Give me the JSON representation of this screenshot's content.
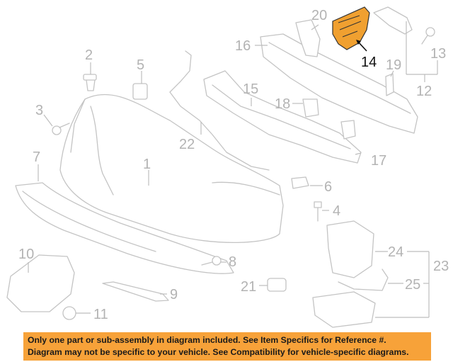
{
  "diagram": {
    "highlight_color": "#f0a030",
    "callouts": [
      {
        "id": "c1",
        "label": "1"
      },
      {
        "id": "c2",
        "label": "2"
      },
      {
        "id": "c3",
        "label": "3"
      },
      {
        "id": "c4",
        "label": "4"
      },
      {
        "id": "c5",
        "label": "5"
      },
      {
        "id": "c6",
        "label": "6"
      },
      {
        "id": "c7",
        "label": "7"
      },
      {
        "id": "c8",
        "label": "8"
      },
      {
        "id": "c9",
        "label": "9"
      },
      {
        "id": "c10",
        "label": "10"
      },
      {
        "id": "c11",
        "label": "11"
      },
      {
        "id": "c12",
        "label": "12"
      },
      {
        "id": "c13",
        "label": "13"
      },
      {
        "id": "c14",
        "label": "14"
      },
      {
        "id": "c15",
        "label": "15"
      },
      {
        "id": "c16",
        "label": "16"
      },
      {
        "id": "c17",
        "label": "17"
      },
      {
        "id": "c18",
        "label": "18"
      },
      {
        "id": "c19",
        "label": "19"
      },
      {
        "id": "c20",
        "label": "20"
      },
      {
        "id": "c21",
        "label": "21"
      },
      {
        "id": "c22",
        "label": "22"
      },
      {
        "id": "c23",
        "label": "23"
      },
      {
        "id": "c24",
        "label": "24"
      },
      {
        "id": "c25",
        "label": "25"
      }
    ]
  },
  "disclaimer": {
    "line1": "Only one part or sub-assembly in diagram included. See Item Specifics for Reference #.",
    "line2": "Diagram may not be specific to your vehicle. See Compatibility for vehicle-specific diagrams.",
    "background": "#f7a239"
  }
}
